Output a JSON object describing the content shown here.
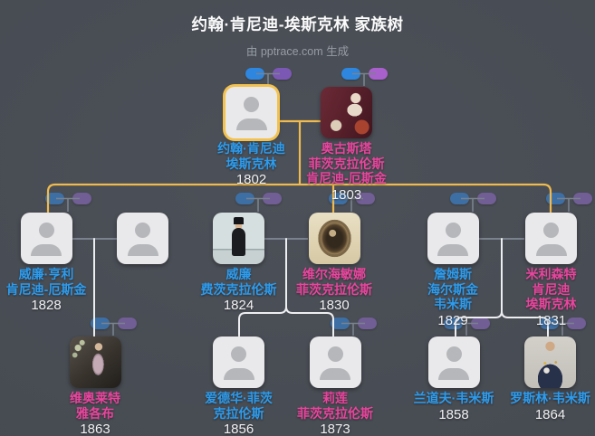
{
  "header": {
    "title": "约翰·肯尼迪-埃斯克林 家族树",
    "subtitle": "由 pptrace.com 生成"
  },
  "colors": {
    "bg": "#4A4E55",
    "title": "#FAFAFA",
    "subtitle": "#979DA5",
    "male_name": "#2D9CEE",
    "female_name": "#EA459E",
    "year_color": "#F1F2F4",
    "connector_yellow": "#EFBA4F",
    "connector_gray": "#7A828D",
    "connector_white": "#ECEEF0",
    "pill_blue_bright": "#2E86DE",
    "pill_purple_a": "#7C58B5",
    "pill_purple_b": "#A860CC",
    "pill_blue_muted": "#3E6FA4",
    "pill_purple_muted": "#705E95",
    "card_bg": "#E9E9EB",
    "avatar_gray": "#B5B7BA",
    "root_border": "#F2C14E"
  },
  "people": {
    "john": {
      "name": "约翰·肯尼迪\n埃斯克林",
      "year": "1802"
    },
    "augusta": {
      "name": "奥古斯塔\n菲茨克拉伦斯\n肯尼迪-厄斯金",
      "year": "1803"
    },
    "william_henry": {
      "name": "威廉·亨利\n肯尼迪-厄斯金",
      "year": "1828"
    },
    "unknown_spouse": {
      "name": "",
      "year": ""
    },
    "william_fitzclarence": {
      "name": "威廉\n费茨克拉伦斯",
      "year": "1824"
    },
    "wilhelmina": {
      "name": "维尔海敏娜\n菲茨克拉伦斯",
      "year": "1830"
    },
    "james": {
      "name": "詹姆斯\n海尔斯金\n韦米斯",
      "year": "1829"
    },
    "millicent": {
      "name": "米利森特\n肯尼迪\n埃斯克林",
      "year": "1831"
    },
    "violet": {
      "name": "维奥莱特\n雅各布",
      "year": "1863"
    },
    "edward": {
      "name": "爱德华·菲茨\n克拉伦斯",
      "year": "1856"
    },
    "lilian": {
      "name": "莉莲\n菲茨克拉伦斯",
      "year": "1873"
    },
    "randolph": {
      "name": "兰道夫·韦米斯",
      "year": "1858"
    },
    "rosslyn": {
      "name": "罗斯林·韦米斯",
      "year": "1864"
    }
  }
}
